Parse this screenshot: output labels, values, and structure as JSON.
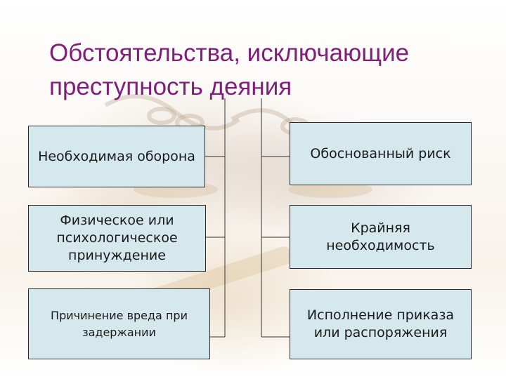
{
  "title": {
    "line1": "Обстоятельства, исключающие",
    "line2": "преступность деяния"
  },
  "left_boxes": [
    {
      "label": "Необходимая оборона"
    },
    {
      "label": "Физическое или психологическое принуждение"
    },
    {
      "label": "Причинение вреда при задержании"
    }
  ],
  "right_boxes": [
    {
      "label": "Обоснованный риск"
    },
    {
      "label": "Крайняя необходимость"
    },
    {
      "label": "Исполнение приказа или распоряжения"
    }
  ],
  "colors": {
    "title": "#7f1f7a",
    "box_fill": "#d5e8ee",
    "box_border": "#2a2a2a",
    "connector": "#333333"
  }
}
